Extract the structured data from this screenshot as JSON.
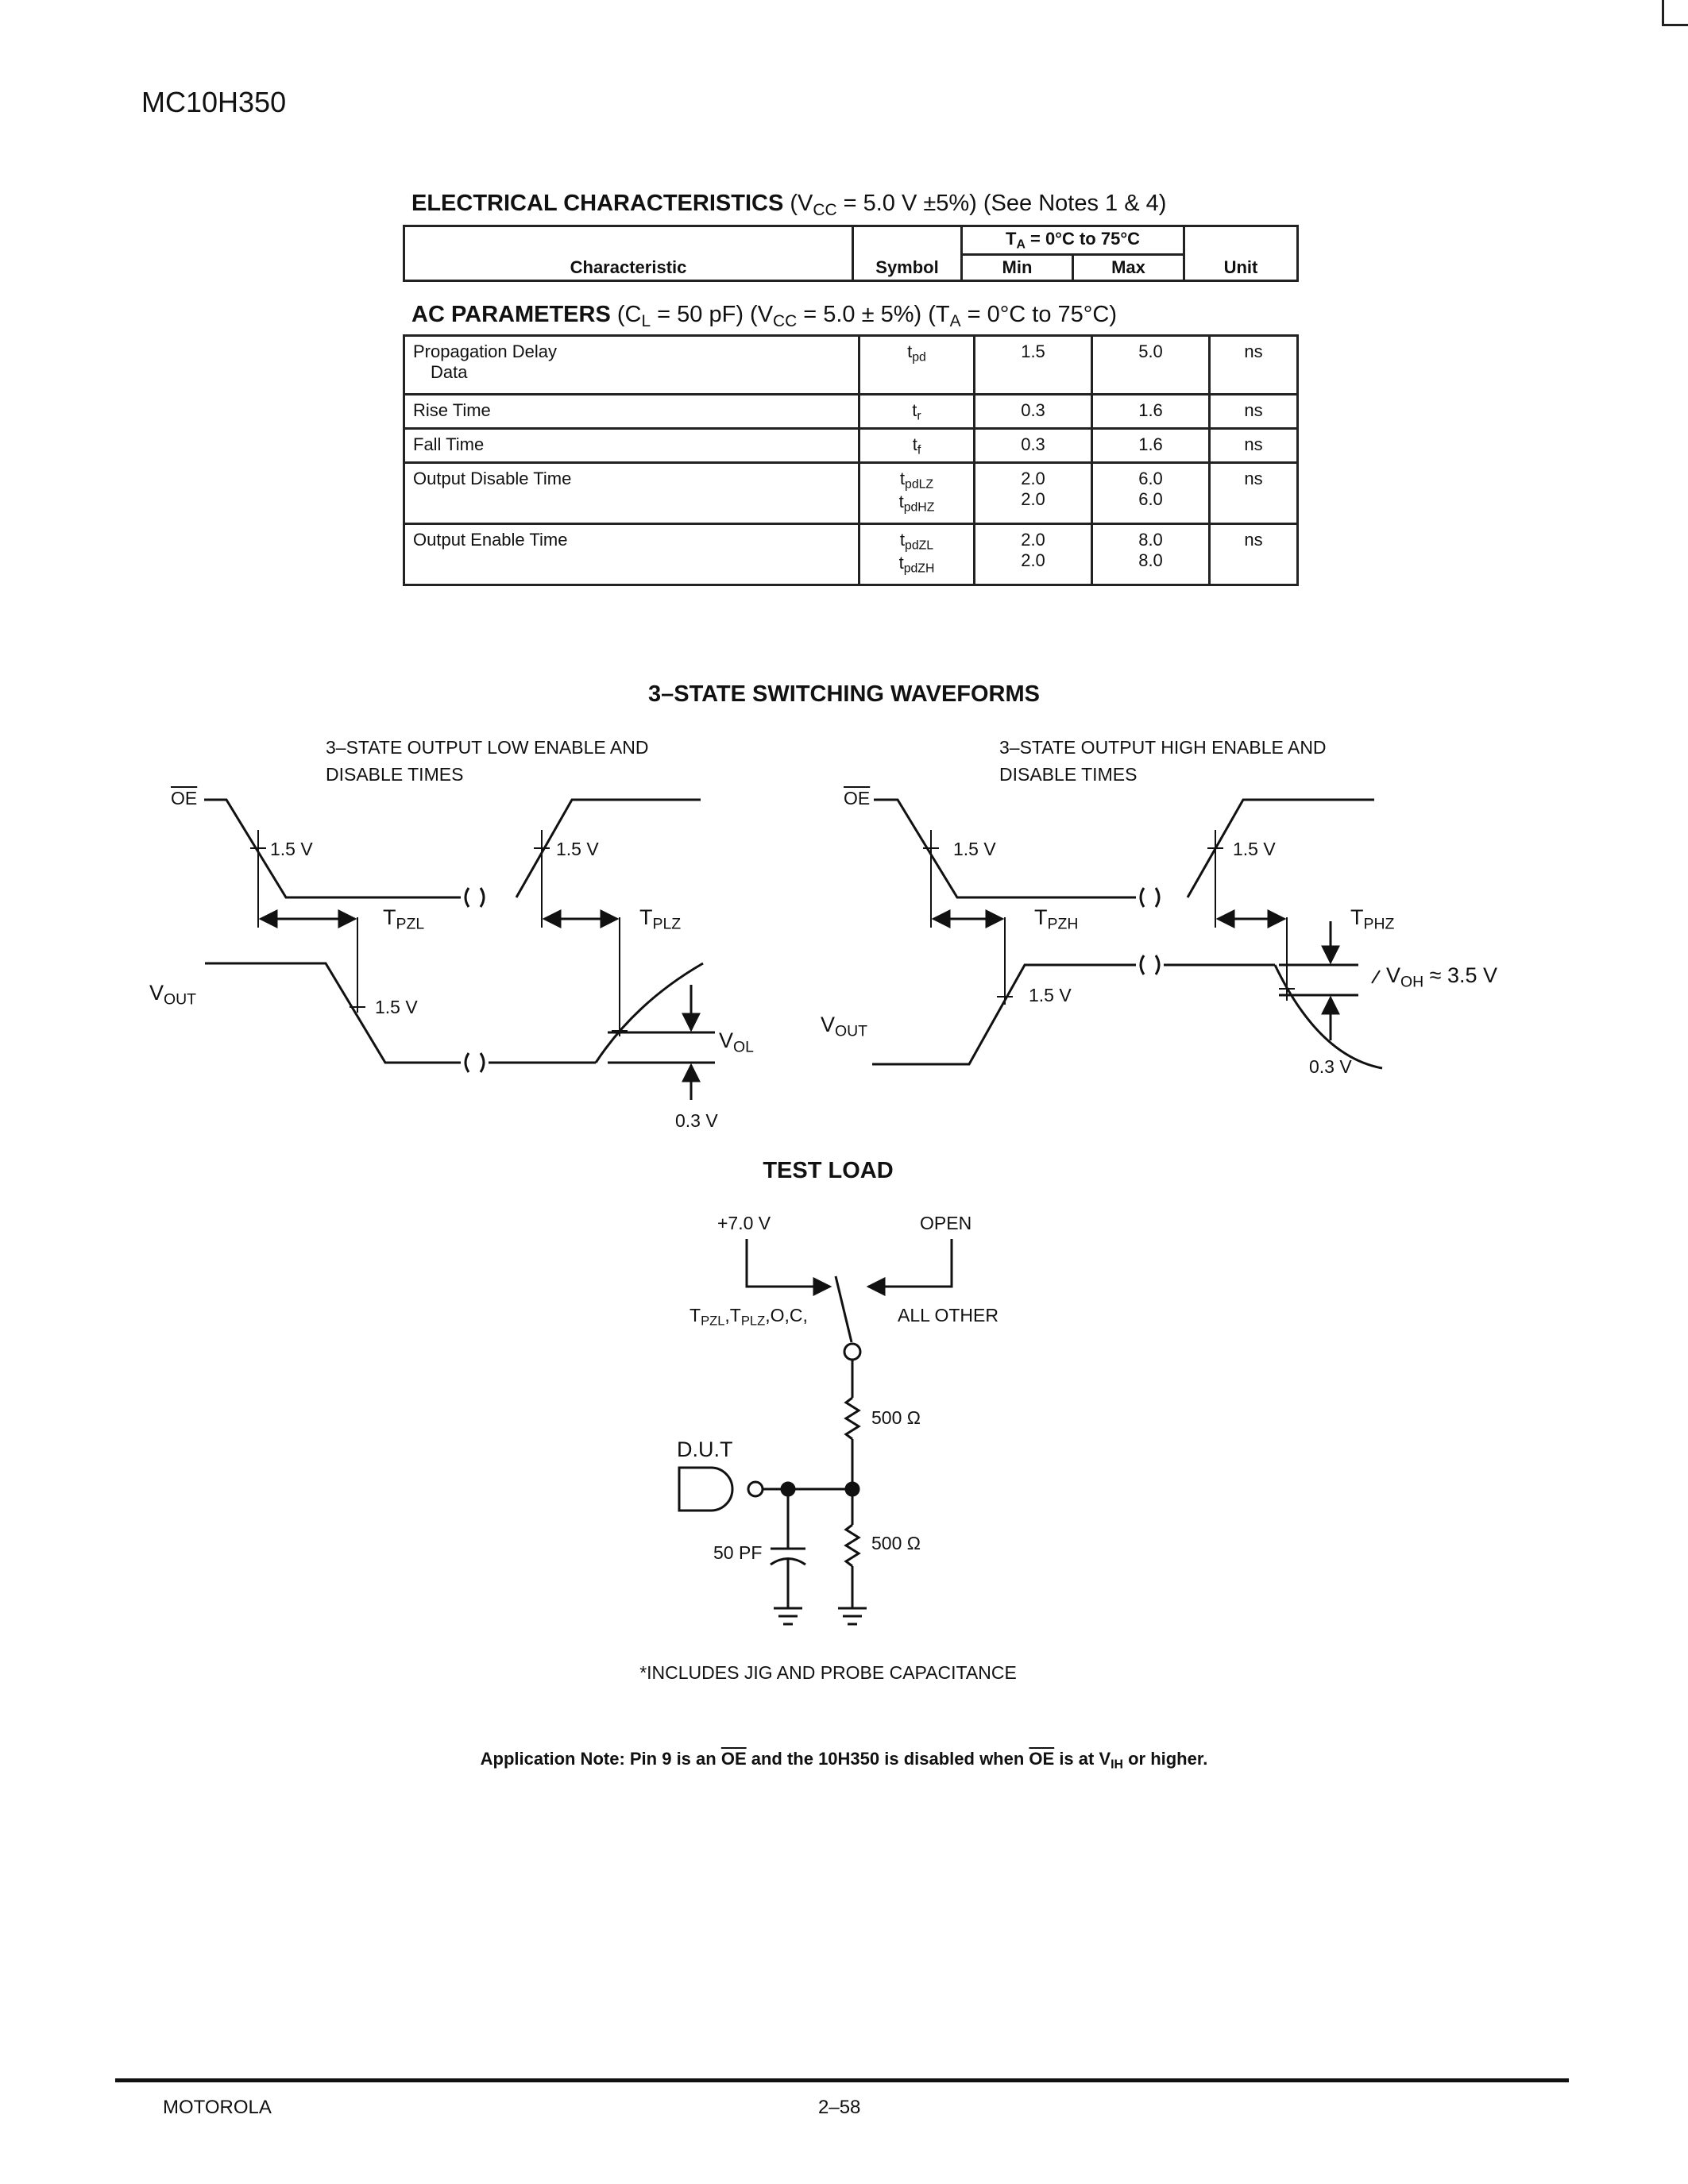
{
  "header": {
    "part_number": "MC10H350"
  },
  "electrical": {
    "title_bold": "ELECTRICAL CHARACTERISTICS",
    "title_rest": " (V",
    "title_sub": "CC",
    "title_tail": " = 5.0 V ±5%) (See Notes 1 & 4)",
    "col_characteristic": "Characteristic",
    "col_symbol": "Symbol",
    "ta_label": "T",
    "ta_sub": "A",
    "ta_tail": " = 0°C to 75°C",
    "col_min": "Min",
    "col_max": "Max",
    "col_unit": "Unit"
  },
  "ac": {
    "title_bold": "AC PARAMETERS",
    "p1": " (C",
    "s1": "L",
    "p2": " = 50 pF) (V",
    "s2": "CC",
    "p3": " = 5.0 ± 5%) (T",
    "s3": "A",
    "p4": " = 0°C to 75°C)",
    "rows": [
      {
        "char": "Propagation Delay",
        "char2": "Data",
        "sym": "t",
        "sym_sub": "pd",
        "min": "1.5",
        "max": "5.0",
        "unit": "ns"
      },
      {
        "char": "Rise Time",
        "sym": "t",
        "sym_sub": "r",
        "min": "0.3",
        "max": "1.6",
        "unit": "ns"
      },
      {
        "char": "Fall Time",
        "sym": "t",
        "sym_sub": "f",
        "min": "0.3",
        "max": "1.6",
        "unit": "ns"
      },
      {
        "char": "Output Disable Time",
        "sym": "t",
        "sym_sub": "pdLZ",
        "sym2": "t",
        "sym2_sub": "pdHZ",
        "min": "2.0",
        "min2": "2.0",
        "max": "6.0",
        "max2": "6.0",
        "unit": "ns"
      },
      {
        "char": "Output Enable Time",
        "sym": "t",
        "sym_sub": "pdZL",
        "sym2": "t",
        "sym2_sub": "pdZH",
        "min": "2.0",
        "min2": "2.0",
        "max": "8.0",
        "max2": "8.0",
        "unit": "ns"
      }
    ]
  },
  "waveforms": {
    "title": "3–STATE SWITCHING WAVEFORMS",
    "left_caption_1": "3–STATE OUTPUT LOW ENABLE AND",
    "left_caption_2": "DISABLE TIMES",
    "right_caption_1": "3–STATE OUTPUT HIGH ENABLE AND",
    "right_caption_2": "DISABLE TIMES",
    "oe": "OE",
    "v15": "1.5 V",
    "v03": "0.3 V",
    "vout": "V",
    "vout_sub": "OUT",
    "tpzl": "T",
    "tpzl_sub": "PZL",
    "tplz": "T",
    "tplz_sub": "PLZ",
    "tpzh": "T",
    "tpzh_sub": "PZH",
    "tphz": "T",
    "tphz_sub": "PHZ",
    "vol": "V",
    "vol_sub": "OL",
    "voh": "V",
    "voh_sub": "OH",
    "voh_tail": " ≈ 3.5 V"
  },
  "test_load": {
    "title": "TEST LOAD",
    "v7": "+7.0 V",
    "open": "OPEN",
    "sw_left_1": "T",
    "sw_left_1_sub": "PZL",
    "sw_left_2": ",T",
    "sw_left_2_sub": "PLZ",
    "sw_left_3": ",O,C,",
    "all_other": "ALL OTHER",
    "r1": "500 Ω",
    "r2": "500 Ω",
    "dut": "D.U.T",
    "cap": "50 PF",
    "note": "*INCLUDES JIG AND PROBE CAPACITANCE"
  },
  "app_note": {
    "p1": "Application Note: Pin 9 is an ",
    "oe1": "OE",
    "p2": " and the 10H350 is disabled when ",
    "oe2": "OE",
    "p3": " is at V",
    "sub": "IH",
    "p4": " or higher."
  },
  "footer": {
    "left": "MOTOROLA",
    "center": "2–58"
  }
}
